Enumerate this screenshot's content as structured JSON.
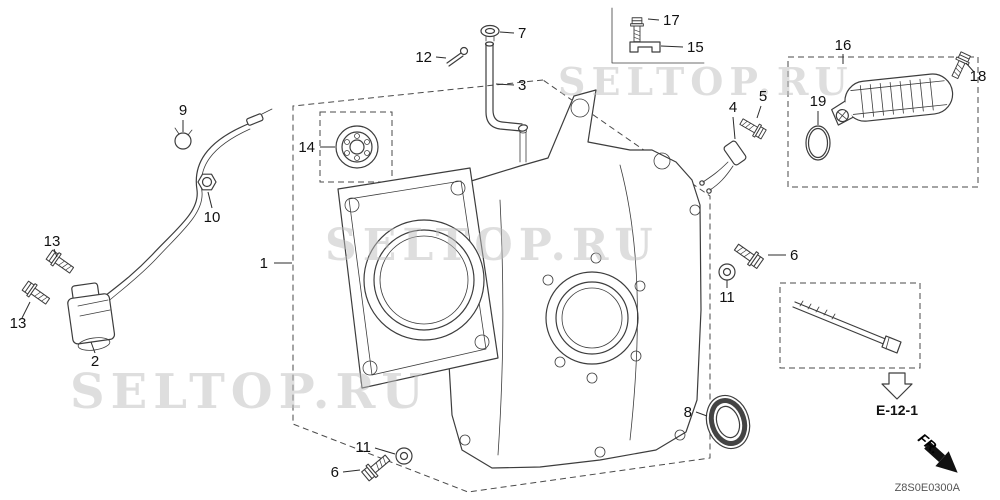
{
  "diagram": {
    "watermark": "SELTOP.RU",
    "code": "Z8S0E0300A",
    "reference_label": "E-12-1",
    "direction_label": "FR."
  },
  "callouts": [
    "1",
    "2",
    "3",
    "4",
    "5",
    "6",
    "6",
    "7",
    "8",
    "9",
    "10",
    "11",
    "11",
    "12",
    "13",
    "13",
    "14",
    "15",
    "16",
    "17",
    "18",
    "19"
  ]
}
